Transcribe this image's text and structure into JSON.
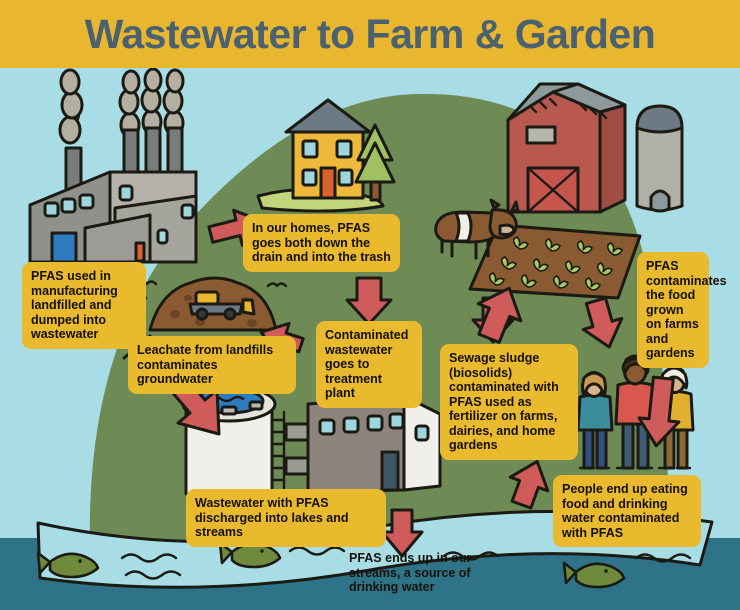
{
  "header": {
    "title": "Wastewater to Farm & Garden",
    "bg_color": "#e8b72f",
    "title_color": "#4c6170"
  },
  "palette": {
    "sky": "#a9dde6",
    "hill": "#6e8b56",
    "deep_water": "#2f7389",
    "river": "#a9dde6",
    "callout": "#e9ba2d",
    "arrow": "#cf5b5b",
    "outline": "#1b1b14",
    "barn_red": "#b9584e",
    "house_yellow": "#eeb93a",
    "fish_green": "#6f8a3c",
    "soil_brown": "#8a5a33"
  },
  "callouts": [
    {
      "id": "factory",
      "name": "callout-factory",
      "text": "PFAS used in manufacturing landfilled and dumped into wastewater"
    },
    {
      "id": "landfill",
      "name": "callout-landfill",
      "text": "Leachate from landfills contaminates groundwater"
    },
    {
      "id": "home",
      "name": "callout-home",
      "text": "In our homes, PFAS goes both down the drain and into the trash"
    },
    {
      "id": "treatment",
      "name": "callout-treatment",
      "text": "Contaminated wastewater goes to treatment plant"
    },
    {
      "id": "sludge",
      "name": "callout-sludge",
      "text": "Sewage sludge (biosolids) contaminated with PFAS used as fertilizer on farms, dairies, and home gardens"
    },
    {
      "id": "food",
      "name": "callout-food",
      "text": "PFAS contaminates the food grown on farms and gardens"
    },
    {
      "id": "people",
      "name": "callout-people",
      "text": "People end up eating food and drinking water contaminated with PFAS"
    },
    {
      "id": "discharge",
      "name": "callout-discharge",
      "text": "Wastewater with PFAS discharged into lakes and streams"
    },
    {
      "id": "stream",
      "name": "callout-stream",
      "text": "PFAS ends up in our streams, a source of drinking water"
    }
  ],
  "scene": {
    "factory": "industrial-factory-with-smokestacks",
    "house": "two-story-house-with-pine-tree",
    "landfill": "landfill-mound-with-bulldozer",
    "barn": "red-barn",
    "silo": "grain-silo",
    "garden": "garden-plot-with-seedlings",
    "cow": "brown-cow",
    "treatment_plant": "wastewater-treatment-plant-with-tank",
    "people": "three-people-standing",
    "river": "river-with-fish",
    "fish_count": 3,
    "smoke_plumes": 4,
    "arrow_count": 9
  }
}
